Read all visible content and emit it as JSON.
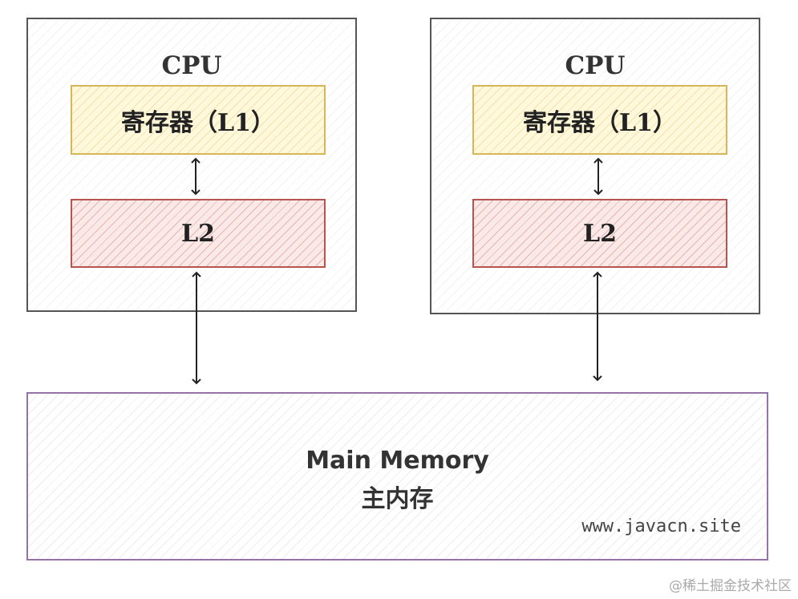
{
  "cpus": [
    {
      "title": "CPU",
      "l1_label": "寄存器（L1）",
      "l2_label": "L2"
    },
    {
      "title": "CPU",
      "l1_label": "寄存器（L1）",
      "l2_label": "L2"
    }
  ],
  "memory": {
    "title": "Main Memory",
    "subtitle": "主内存",
    "site": "www.javacn.site"
  },
  "watermark": "@稀土掘金技术社区",
  "colors": {
    "cpu_border": "#555555",
    "l1_border": "#d6b656",
    "l1_fill": "#fff8db",
    "l2_border": "#b85450",
    "l2_fill": "#fbe9e8",
    "memory_border": "#9673a6",
    "arrow": "#222222"
  }
}
